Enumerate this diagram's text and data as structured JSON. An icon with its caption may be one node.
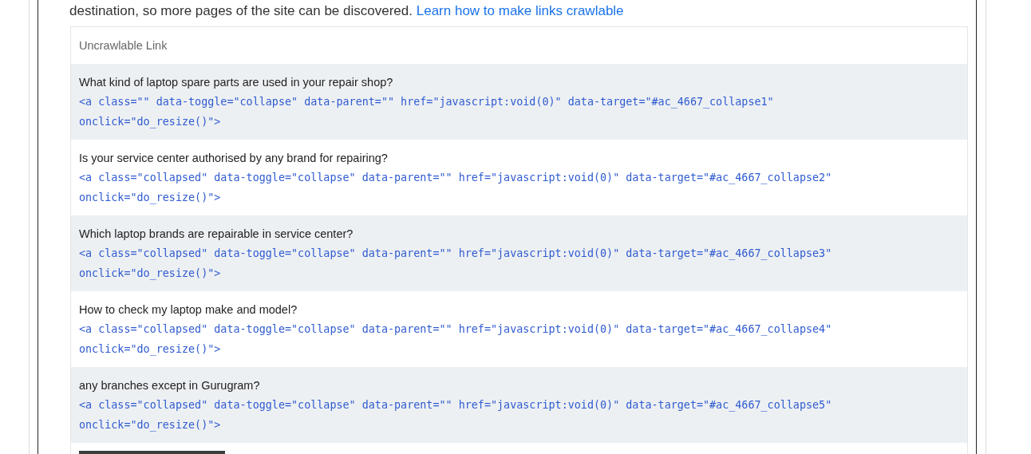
{
  "diagram": {
    "labels": [
      "destination, so more pages of the site can be discovered.",
      "Learn how to make links crawlable",
      "Uncrawlable Link",
      "What kind of laptop spare parts are used in your repair shop?",
      "<a class=\"\" data-toggle=\"collapse\" data-parent=\"\" href=\"javascript:void(0)\" data-target=\"#ac_4667_collapse1\" onclick=\"do_resize()\">",
      "Is your service center authorised by any brand for repairing?",
      "<a class=\"collapsed\" data-toggle=\"collapse\" data-parent=\"\" href=\"javascript:void(0)\" data-target=\"#ac_4667_collapse2\" onclick=\"do_resize()\">",
      "Which laptop brands are repairable in service center?",
      "<a class=\"collapsed\" data-toggle=\"collapse\" data-parent=\"\" href=\"javascript:void(0)\" data-target=\"#ac_4667_collapse3\" onclick=\"do_resize()\">",
      "How to check my laptop make and model?",
      "<a class=\"collapsed\" data-toggle=\"collapse\" data-parent=\"\" href=\"javascript:void(0)\" data-target=\"#ac_4667_collapse4\" onclick=\"do_resize()\">",
      "any branches except in Gurugram?",
      "<a class=\"collapsed\" data-toggle=\"collapse\" data-parent=\"\" href=\"javascript:void(0)\" data-target=\"#ac_4667_collapse5\" onclick=\"do_resize()\">"
    ]
  }
}
